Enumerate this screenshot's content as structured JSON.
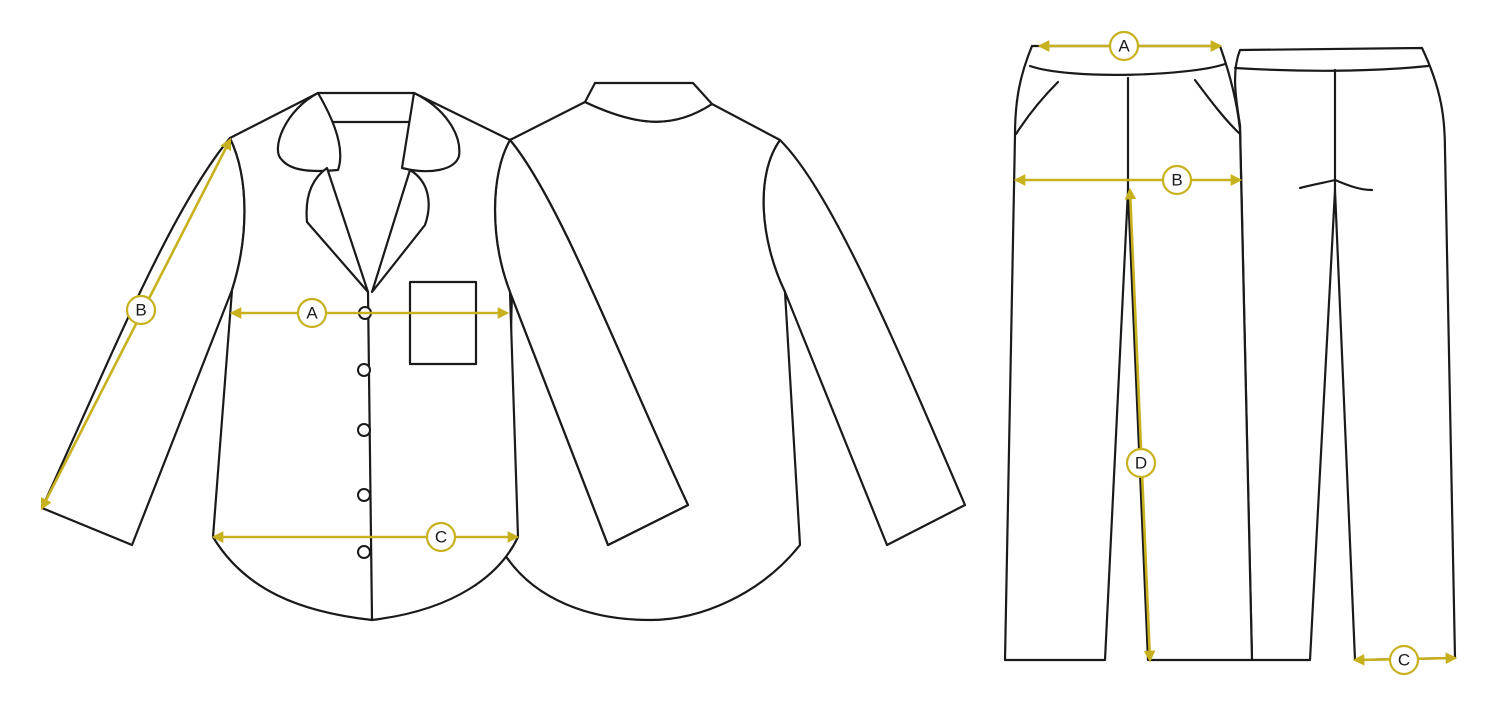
{
  "colors": {
    "outline": "#1a1a1a",
    "measure_accent": "#c7b11e",
    "background": "#ffffff"
  },
  "shirt": {
    "measurements": [
      {
        "key": "A",
        "label": "A"
      },
      {
        "key": "B",
        "label": "B"
      },
      {
        "key": "C",
        "label": "C"
      }
    ]
  },
  "pants": {
    "measurements": [
      {
        "key": "A",
        "label": "A"
      },
      {
        "key": "B",
        "label": "B"
      },
      {
        "key": "C",
        "label": "C"
      },
      {
        "key": "D",
        "label": "D"
      }
    ]
  }
}
